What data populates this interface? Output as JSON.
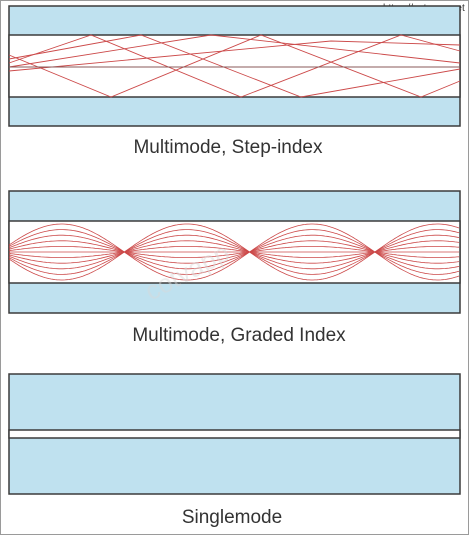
{
  "watermark": {
    "url": "https://cotvapp.net",
    "overlay_text": "cotvapp"
  },
  "colors": {
    "cladding": "#bfe1ef",
    "core": "#ffffff",
    "outline": "#3b3b3b",
    "ray": "#cc4a4a",
    "background": "#ffffff"
  },
  "panels": [
    {
      "id": "step-index",
      "caption": "Multimode, Step-index"
    },
    {
      "id": "graded-index",
      "caption": "Multimode, Graded Index"
    },
    {
      "id": "singlemode",
      "caption": "Singlemode"
    }
  ]
}
